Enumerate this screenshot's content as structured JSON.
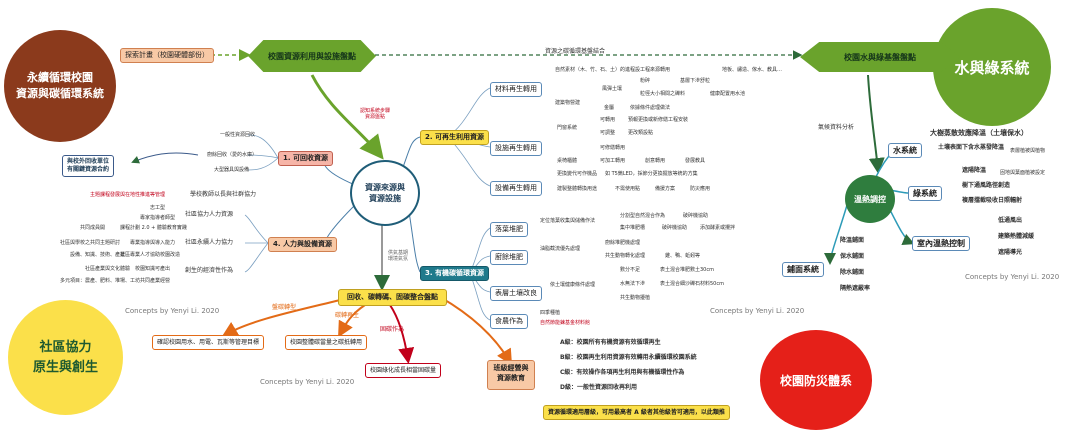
{
  "nodes": {
    "sustainable": "永續循環校園\n資源與碳循環系統",
    "water_green": "水與綠系統",
    "community": "社區協力\n原生與創生",
    "disaster": "校園防災體系",
    "inventory": "校園資源利用與設施盤點",
    "water_inventory": "校園水與綠基盤盤點",
    "center": "資源來源與\n資源設施",
    "thermal": "溫熱調控",
    "education": "班級經營與\n資源教育",
    "explore": "探索計畫（校園硬體部份）",
    "env_combine": "資源之碳循環基盤結合",
    "pick": "認知系統步驟\n資源盤點",
    "analyze": "氣候資料分析",
    "b1": "1. 可回收資源",
    "b2": "2. 可再生利用資源",
    "b3": "3. 有機碳循環資源",
    "b4": "4. 人力與設備資源",
    "carbon": "回收、碳轉碼、固碳整合盤點",
    "flow": "供氣基期\n環境氣氛"
  },
  "b1_items": [
    "一般性資源回收",
    "廚餘回收（愛的水庫）",
    "大型器具與設備"
  ],
  "school_unit": "與校外回收單位\n有關鍵資源合約",
  "b2": {
    "materials": "材料再生轉用",
    "facilities": "設施再生轉用",
    "equipment": "設備再生轉用",
    "mat_items": [
      "自然素材（木、竹、石、土）的進程設工程來源轉用",
      "地板、繡造、傢水、教具…",
      "建築物營建",
      "風彈土壤",
      "粉碎",
      "基層下滲舒粒",
      "粒徑大小相間之礫料",
      "健康配置用水池",
      "金屬",
      "依據條件處理做法"
    ],
    "fac_items": [
      "門窗系統",
      "可轉用",
      "預報更換或新修繕工程安裝",
      "可調整",
      "更改類設點",
      "可修繕轉用",
      "桌椅櫃體",
      "可加工轉用",
      "創意轉用",
      "發展教具"
    ],
    "equ_items": [
      "更換變代可作機品",
      "如 T5鎢LED，採節分更換擺放等統的方集",
      "建製整體轉換用途",
      "不需使用點",
      "備援方案",
      "防災應用"
    ]
  },
  "b3": {
    "compost": "落葉堆肥",
    "kitchen": "廚餘堆肥",
    "soil": "表層土壤改良",
    "food": "食農作為",
    "compost_items": [
      "定位落葉收集與儲備作法",
      "分割型自然混合作為",
      "破碎機協助",
      "集中堆肥槽",
      "破碎機協助",
      "添加酵素或攪拌"
    ],
    "kitchen_items": [
      "油脂截流優先處理",
      "廚餘堆肥機處理",
      "共生動物轉化處理",
      "雞、鴨、蚯蚓等"
    ],
    "soil_items": [
      "依土壤健康條件處理",
      "數分不足",
      "表土混合堆肥數土30cm",
      "水無法下滲",
      "表土混合細沙礫石材料50cm",
      "共生動物擾植"
    ],
    "food_items": [
      "四季種植",
      "自然節能鍊基金材料館"
    ]
  },
  "b4": {
    "co": "社區協力人力資源",
    "sus": "社區永續人力協力",
    "eco": "創生的經濟性作為",
    "top": "主題課程發展與在地性推進等管理",
    "top2": "學校教師以長與社群協力",
    "co_items": [
      "志工型",
      "專家指導者師型",
      "共同成員開",
      "課程計劃 2.0 + 體驗教育實踐"
    ],
    "sus_items": [
      "社區與學校之共同主題研討",
      "專業指導與導入能力",
      "設備、知識、技術、產業",
      "社區專業人才協助校園改造"
    ],
    "eco_items": [
      "社區產業與文化體驗",
      "校園知識可產出",
      "多元項目：農產、肥料、堆場、工坊",
      "共同產業經營"
    ]
  },
  "carbon_items": [
    "盤碳轉型",
    "碳轉再生",
    "固碳作為"
  ],
  "carbon_targets": [
    "確認校園用水、用電、瓦斯等管理目標",
    "校園整體碳當量之碳抵轉用",
    "校園綠化成長相當固碳量"
  ],
  "edu": {
    "a": "A級：校園所有有機資源有效循環再生",
    "b": "B級：校園再生利用資源有效轉用永續循環校園系統",
    "c": "C級：有效操作各項再生利用與有機循環性作為",
    "d": "D級：一般性資源回收再利用",
    "note": "資源循環適用層級，可用最高者 A 級者其他級皆可適用，以此類推"
  },
  "water": {
    "title": "大樹蒸散效應降溫（土壤保水）",
    "water_sys": "水系統",
    "water1": "土壤表面下含水蒸發降溫",
    "water1b": "表層植被與植物",
    "green_sys": "綠系統",
    "green1": "遮陽降溫",
    "green1b": "固地與葉面植被設定",
    "green2": "樹下通風路徑創造",
    "green3": "複層擋截吸收日照輻射",
    "indoor": "室內溫熱控制",
    "in1": "低通風出",
    "in2": "建築熱體減緩",
    "in3": "遮陽導光",
    "pave": "鋪面系統",
    "p1": "降溫鋪面",
    "p2": "保水鋪面",
    "p3": "除水鋪面",
    "p4": "隔熱遮蔽率"
  },
  "watermark": "Concepts by Yenyi Li. 2020",
  "colors": {
    "brown": "#8b3a1c",
    "green": "#6aa32c",
    "yellow": "#fbe04a",
    "red": "#e52019",
    "teal": "#1f5d78"
  }
}
